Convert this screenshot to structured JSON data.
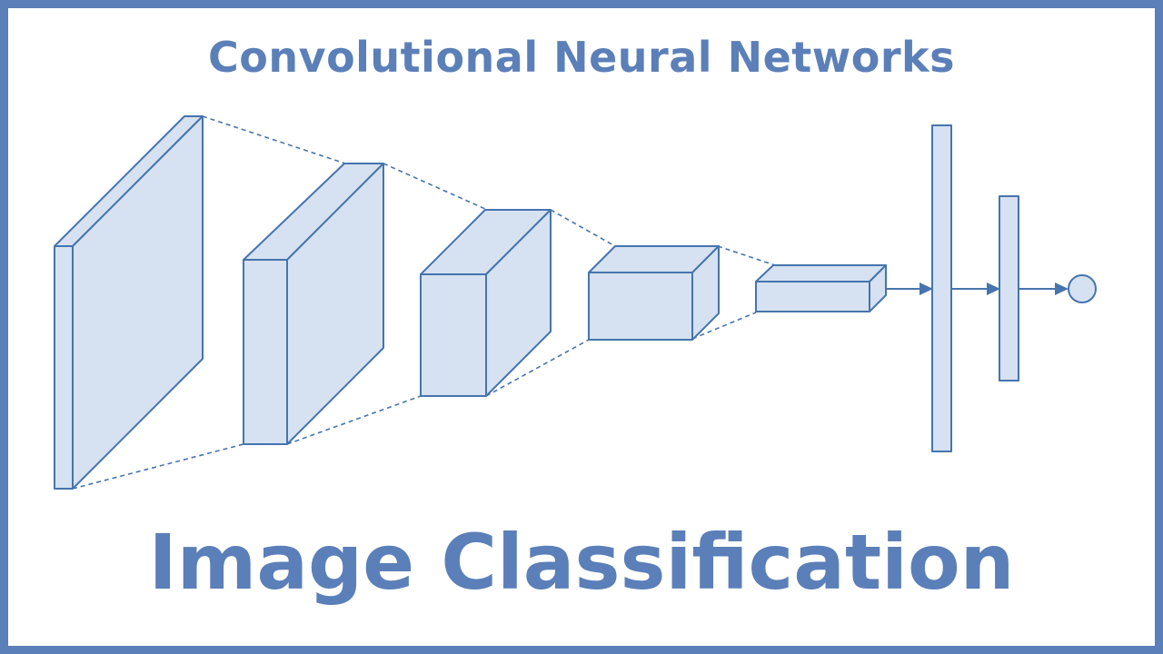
{
  "title": "Convolutional Neural Networks",
  "subtitle": "Image Classification",
  "colors": {
    "border": "#5b7fb8",
    "text": "#5b7fb8",
    "stroke": "#4674ad",
    "fill": "#d6e2f1",
    "background": "#ffffff"
  },
  "diagram": {
    "feature_map_layers": 5,
    "fully_connected_layers": 2,
    "output_nodes": 1
  }
}
